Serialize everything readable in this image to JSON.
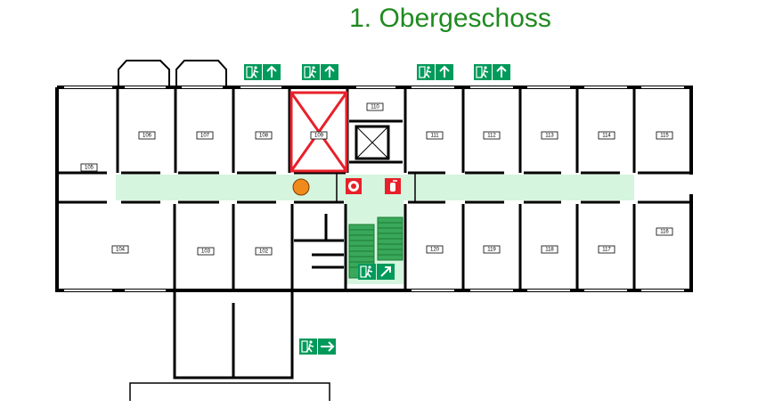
{
  "title": "1. Obergeschoss",
  "colors": {
    "title": "#1f8a1f",
    "escape_route": "#d6f5de",
    "stairwell": "#2e9e4a",
    "exit_sign": "#009a5a",
    "fire_equipment": "#e8202a",
    "assembly_marker": "#f08a1a",
    "blocked_cross": "#e8202a",
    "walls": "#000000"
  },
  "rooms": [
    {
      "number": "105"
    },
    {
      "number": "106"
    },
    {
      "number": "107"
    },
    {
      "number": "108"
    },
    {
      "number": "109",
      "blocked": true
    },
    {
      "number": "110"
    },
    {
      "number": "111"
    },
    {
      "number": "112"
    },
    {
      "number": "113"
    },
    {
      "number": "114"
    },
    {
      "number": "115"
    },
    {
      "number": "104"
    },
    {
      "number": "103"
    },
    {
      "number": "102"
    },
    {
      "number": "120"
    },
    {
      "number": "119"
    },
    {
      "number": "118"
    },
    {
      "number": "117"
    },
    {
      "number": "116"
    }
  ],
  "symbols": {
    "exit_sign_icon": "exit-sign-icon",
    "arrow_up_icon": "arrow-up-icon",
    "arrow_right_icon": "arrow-right-icon",
    "arrow_diagonal_icon": "arrow-diagonal-icon",
    "fire_hose_icon": "fire-hose-icon",
    "fire_extinguisher_icon": "fire-extinguisher-icon",
    "assembly_point_icon": "you-are-here-marker",
    "elevator_icon": "elevator-icon"
  }
}
